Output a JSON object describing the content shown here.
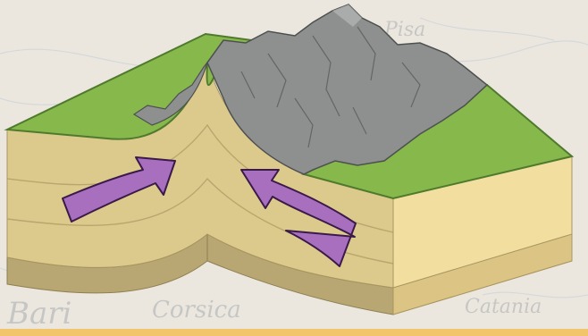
{
  "background": {
    "map_labels": [
      "Bari",
      "Corsica",
      "Pisa",
      "Catania"
    ],
    "colors": {
      "paper": "#e9e6df",
      "bottom_band": "#f2c56a"
    }
  },
  "diagram": {
    "subject": "fold mountain formation at converging plates",
    "arrows": [
      {
        "id": "left",
        "direction": "right-up",
        "color": "#a86fbf"
      },
      {
        "id": "right",
        "direction": "left-up",
        "color": "#a86fbf"
      }
    ],
    "colors": {
      "grass": "#86b84c",
      "grass_edge": "#4f7a2d",
      "rock": "#8e9090",
      "rock_dark": "#5a5c5c",
      "crust_front": "#dcc98c",
      "crust_side": "#f2df9f",
      "crust_deep": "#b8a773",
      "arrow_fill": "#a86fbf",
      "arrow_stroke": "#3a1a4a"
    }
  }
}
